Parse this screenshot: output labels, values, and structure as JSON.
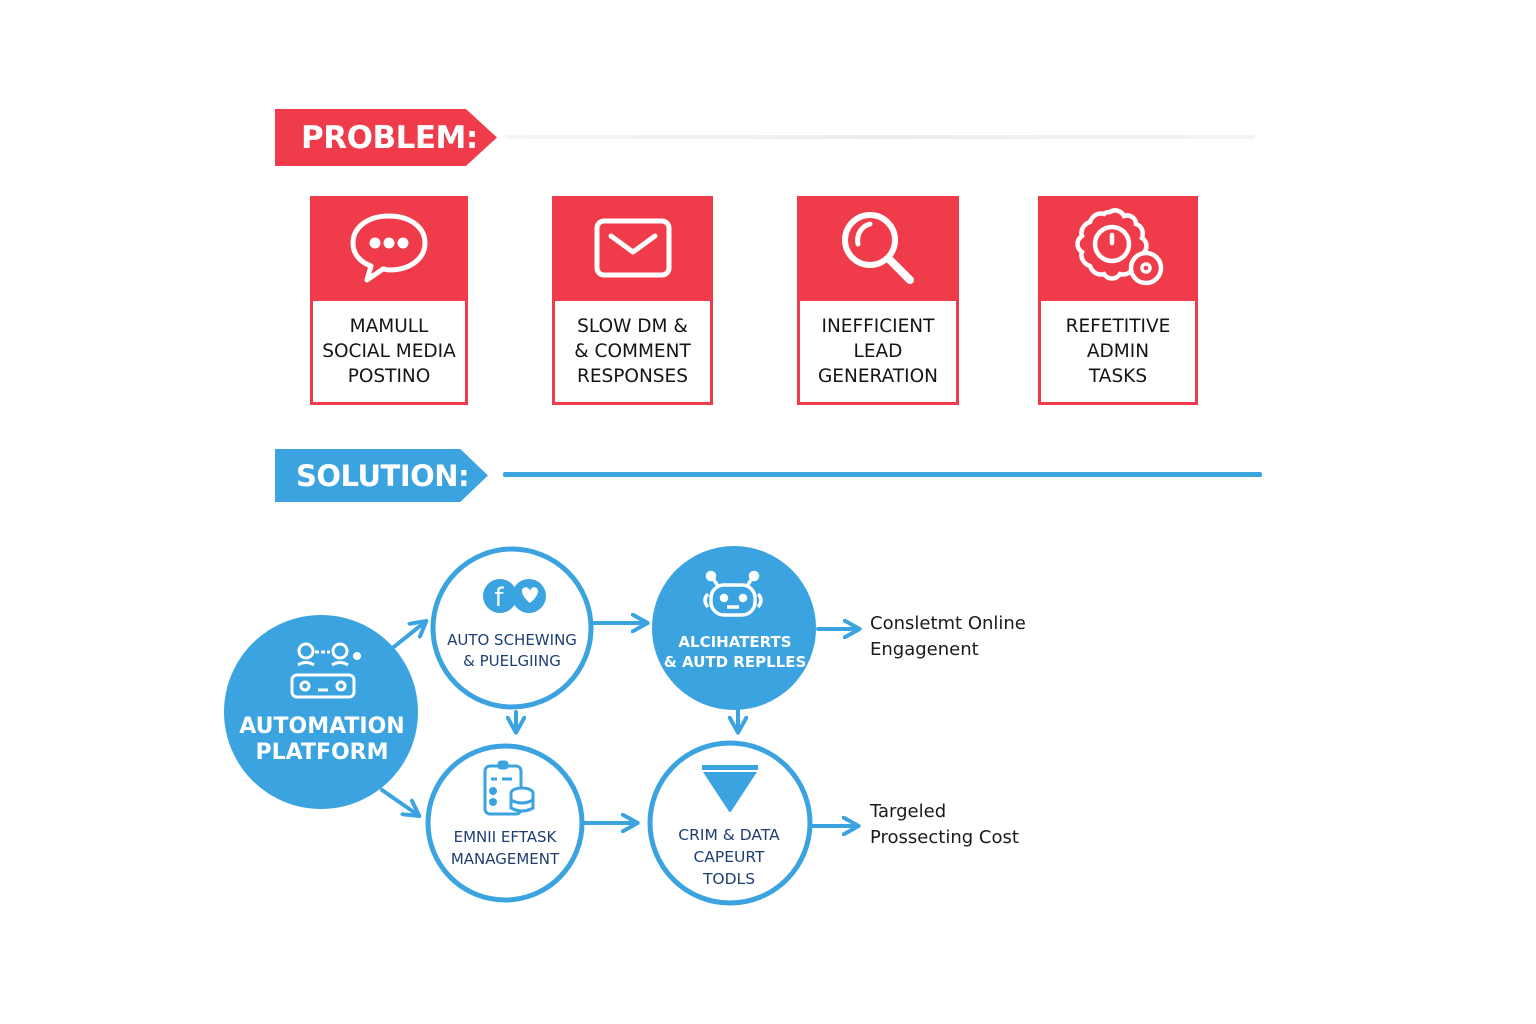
{
  "problem": {
    "heading": "PROBLEM:",
    "accent_color": "#ef3b4a",
    "cards": [
      {
        "icon": "speech-bubble-icon",
        "label": "MAMULL\nSOCIAL MEDIA\nPOSTINO"
      },
      {
        "icon": "envelope-icon",
        "label": "SLOW DM &\n& COMMENT\nRESPONSES"
      },
      {
        "icon": "magnifier-icon",
        "label": "INEFFICIENT\nLEAD\nGENERATION"
      },
      {
        "icon": "gears-icon",
        "label": "REFETITIVE\nADMIN\nTASKS"
      }
    ]
  },
  "solution": {
    "heading": "SOLUTION:",
    "accent_color": "#3aa3e0",
    "hub": {
      "icon": "automation-bot-icon",
      "label": "AUTOMATION\nPLATFORM"
    },
    "nodes": [
      {
        "id": "scheduling",
        "icon": "social-media-icon",
        "label": "AUTO SCHEWING\n& PUELGIING",
        "filled": false
      },
      {
        "id": "chatbots",
        "icon": "robot-icon",
        "label": "ALCIHATERTS\n& AUTD REPLLES",
        "filled": true
      },
      {
        "id": "task-management",
        "icon": "clipboard-database-icon",
        "label": "EMNII EFTASK\nMANAGEMENT",
        "filled": false
      },
      {
        "id": "crm",
        "icon": "funnel-icon",
        "label": "CRIM & DATA\nCAPEURT\nTODLS",
        "filled": false
      }
    ],
    "outcomes": [
      {
        "label": "Consletmt Online\nEngagenent"
      },
      {
        "label": "Targeled\nProssecting Cost"
      }
    ]
  }
}
